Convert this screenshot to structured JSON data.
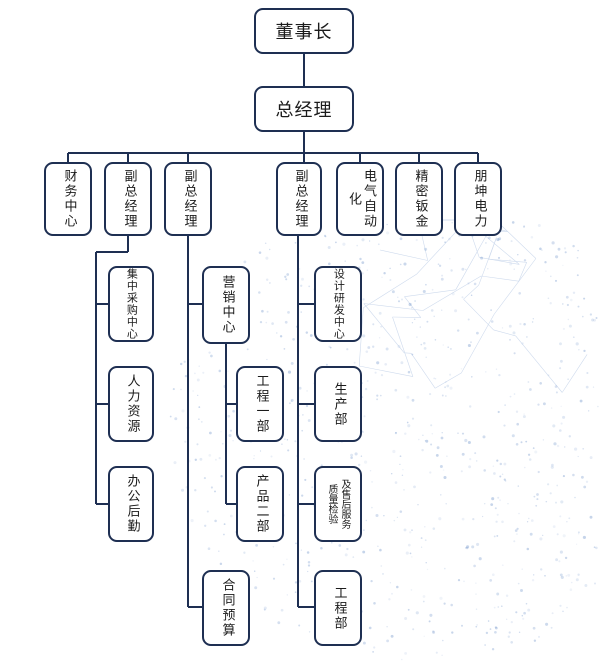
{
  "nodes": {
    "chairman": "董事长",
    "gm": "总经理",
    "finance": "财务中心",
    "vp1": "副总经理",
    "vp2": "副总经理",
    "vp3": "副总经理",
    "electric_auto": "电气自动化",
    "sheet_metal": "精密钣金",
    "power": "朋坤电力",
    "procurement": "集中采购中心",
    "hr": "人力资源",
    "admin": "办公后勤",
    "marketing": "营销中心",
    "eng1": "工程一部",
    "product2": "产品二部",
    "budget": "合同预算",
    "rnd": "设计研发中心",
    "production": "生产部",
    "qc_left": "质量检验",
    "qc_right": "及售后服务",
    "eng": "工程部"
  },
  "colors": {
    "line": "#1e2f52",
    "border": "#1e2f52",
    "globe": "#3f6fb8"
  }
}
